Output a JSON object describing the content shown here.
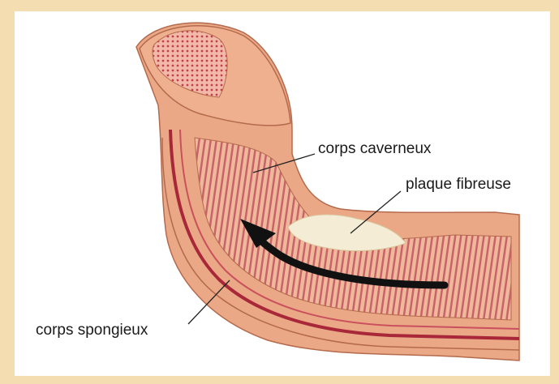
{
  "labels": {
    "corps_caverneux": "corps caverneux",
    "plaque_fibreuse": "plaque fibreuse",
    "corps_spongieux": "corps spongieux"
  },
  "colors": {
    "frame": "#f5ddb2",
    "background": "#ffffff",
    "skin": "#e8a882",
    "tissue": "#d98c6e",
    "vessel": "#b0303a",
    "plaque": "#f3ead2",
    "arrow": "#111111"
  }
}
